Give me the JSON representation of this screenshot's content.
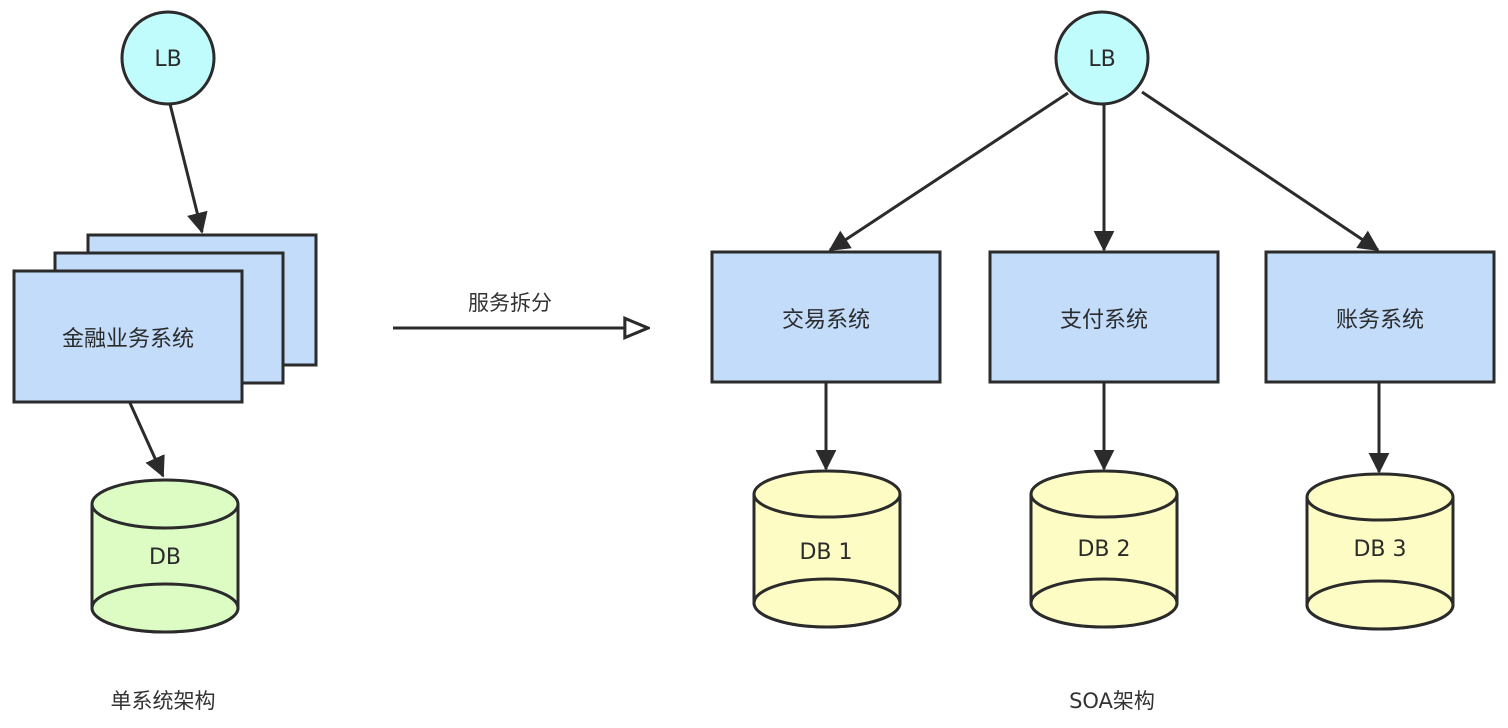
{
  "colors": {
    "lb_fill": "#c0fcfc",
    "service_fill": "#c2dcfa",
    "db_mono_fill": "#dcfcc4",
    "db_soa_fill": "#fcfcc4",
    "stroke": "#2b2b2b"
  },
  "monolith": {
    "lb_label": "LB",
    "system_label": "金融业务系统",
    "db_label": "DB",
    "caption": "单系统架构"
  },
  "transition": {
    "label": "服务拆分"
  },
  "soa": {
    "lb_label": "LB",
    "services": [
      {
        "label": "交易系统",
        "db": "DB 1"
      },
      {
        "label": "支付系统",
        "db": "DB 2"
      },
      {
        "label": "账务系统",
        "db": "DB 3"
      }
    ],
    "caption": "SOA架构"
  }
}
